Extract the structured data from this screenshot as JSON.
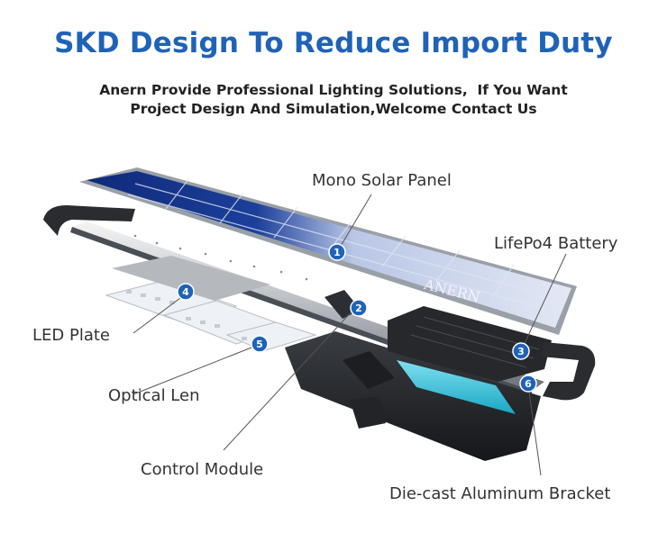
{
  "title": "SKD Design To Reduce Import Duty",
  "subtitle": {
    "line1": "Anern Provide Professional Lighting Solutions,  If You Want",
    "line2": "Project Design And Simulation,Welcome Contact Us"
  },
  "watermark": "ANERN",
  "colors": {
    "title": "#1f63b8",
    "badge": "#1f63b8",
    "battery_cell": "#38c7de"
  },
  "labels": {
    "solar_panel": "Mono Solar Panel",
    "battery": "LifePo4 Battery",
    "led_plate": "LED Plate",
    "optical_len": "Optical Len",
    "control_module": "Control Module",
    "bracket": "Die-cast Aluminum Bracket"
  },
  "badges": [
    "1",
    "2",
    "3",
    "4",
    "5",
    "6"
  ]
}
